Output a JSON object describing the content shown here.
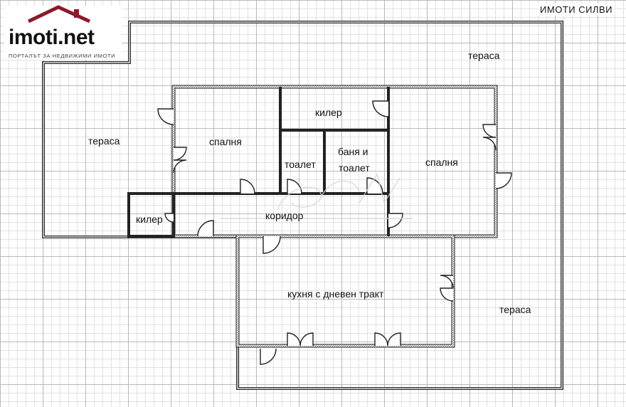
{
  "brand": {
    "logo_text": "imoti.net",
    "logo_subtitle": "ПОРТАЛЪТ ЗА НЕДВИЖИМИ ИМОТИ",
    "agency_name": "ИМОТИ СИЛВИ",
    "accent_color": "#8b1a2b"
  },
  "rooms": {
    "terrace_left": "тераса",
    "terrace_top_right": "тераса",
    "terrace_bottom_right": "тераса",
    "bedroom_left": "спалня",
    "bedroom_right": "спалня",
    "storage_top": "килер",
    "storage_left": "килер",
    "toilet": "тоалет",
    "bath_line1": "баня и",
    "bath_line2": "тоалет",
    "corridor": "коридор",
    "kitchen": "кухня с дневен тракт"
  }
}
